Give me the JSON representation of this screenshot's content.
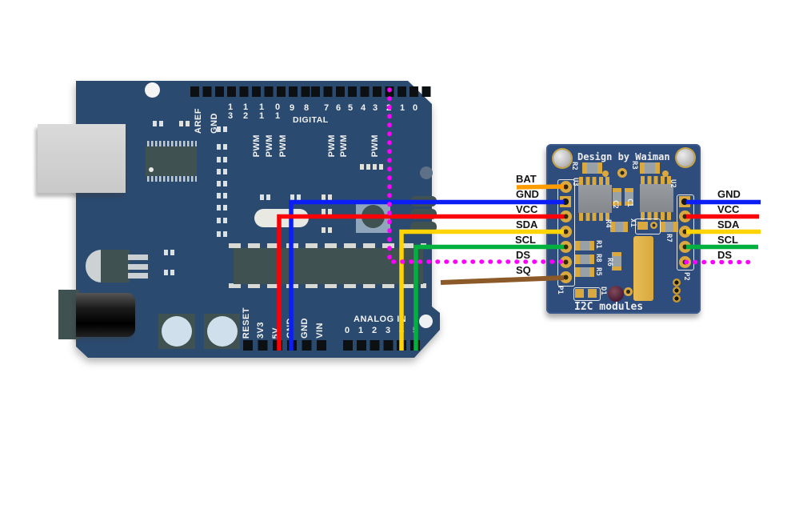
{
  "arduino": {
    "top_left_rotated": [
      "AREF",
      "GND"
    ],
    "top_stacked_pins": [
      [
        "1",
        "3"
      ],
      [
        "1",
        "2"
      ],
      [
        "1",
        "1"
      ],
      [
        "0",
        "1"
      ]
    ],
    "top_single_pins": [
      "9",
      "8"
    ],
    "digital_label": "DIGITAL",
    "top_right_pins": [
      "7",
      "6",
      "5",
      "4",
      "3",
      "2",
      "1",
      "0"
    ],
    "pwm_labels": [
      "PWM",
      "PWM",
      "PWM",
      "PWM",
      "PWM",
      "PWM"
    ],
    "power_pin_labels": [
      "RESET",
      "3V3",
      "5V",
      "GND",
      "GND",
      "VIN"
    ],
    "analog_section_label": "ANALOG IN",
    "analog_pin_labels": [
      "0",
      "1",
      "2",
      "3",
      "4",
      "5"
    ]
  },
  "module": {
    "title": "Design by Waiman",
    "footer": "I2C modules",
    "left_header_label": "P1",
    "right_header_label": "P2",
    "silk": {
      "r1": "R1",
      "r2": "R2",
      "r3": "R3",
      "r4": "R4",
      "r5": "R5",
      "r6": "R6",
      "r7": "R7",
      "r8": "R8",
      "u2": "U2",
      "u3": "U3",
      "c1": "C1",
      "c2": "C2",
      "x1": "X1",
      "d1": "D1"
    }
  },
  "wiring": {
    "left_labels": [
      "BAT",
      "GND",
      "VCC",
      "SDA",
      "SCL",
      "DS",
      "SQ"
    ],
    "right_labels": [
      "GND",
      "VCC",
      "SDA",
      "SCL",
      "DS"
    ],
    "colors": {
      "bat": "#ff9d00",
      "gnd": "#0a1ef5",
      "vcc": "#fb0006",
      "sda": "#ffd400",
      "scl": "#00b140",
      "ds": "#ff00ff",
      "sq": "#8c5a28"
    }
  },
  "palette": {
    "arduino_board": "#2b4a70",
    "module_board": "#2e4d7d",
    "gold": "#d9a93f",
    "component_dark": "#3f5151"
  }
}
